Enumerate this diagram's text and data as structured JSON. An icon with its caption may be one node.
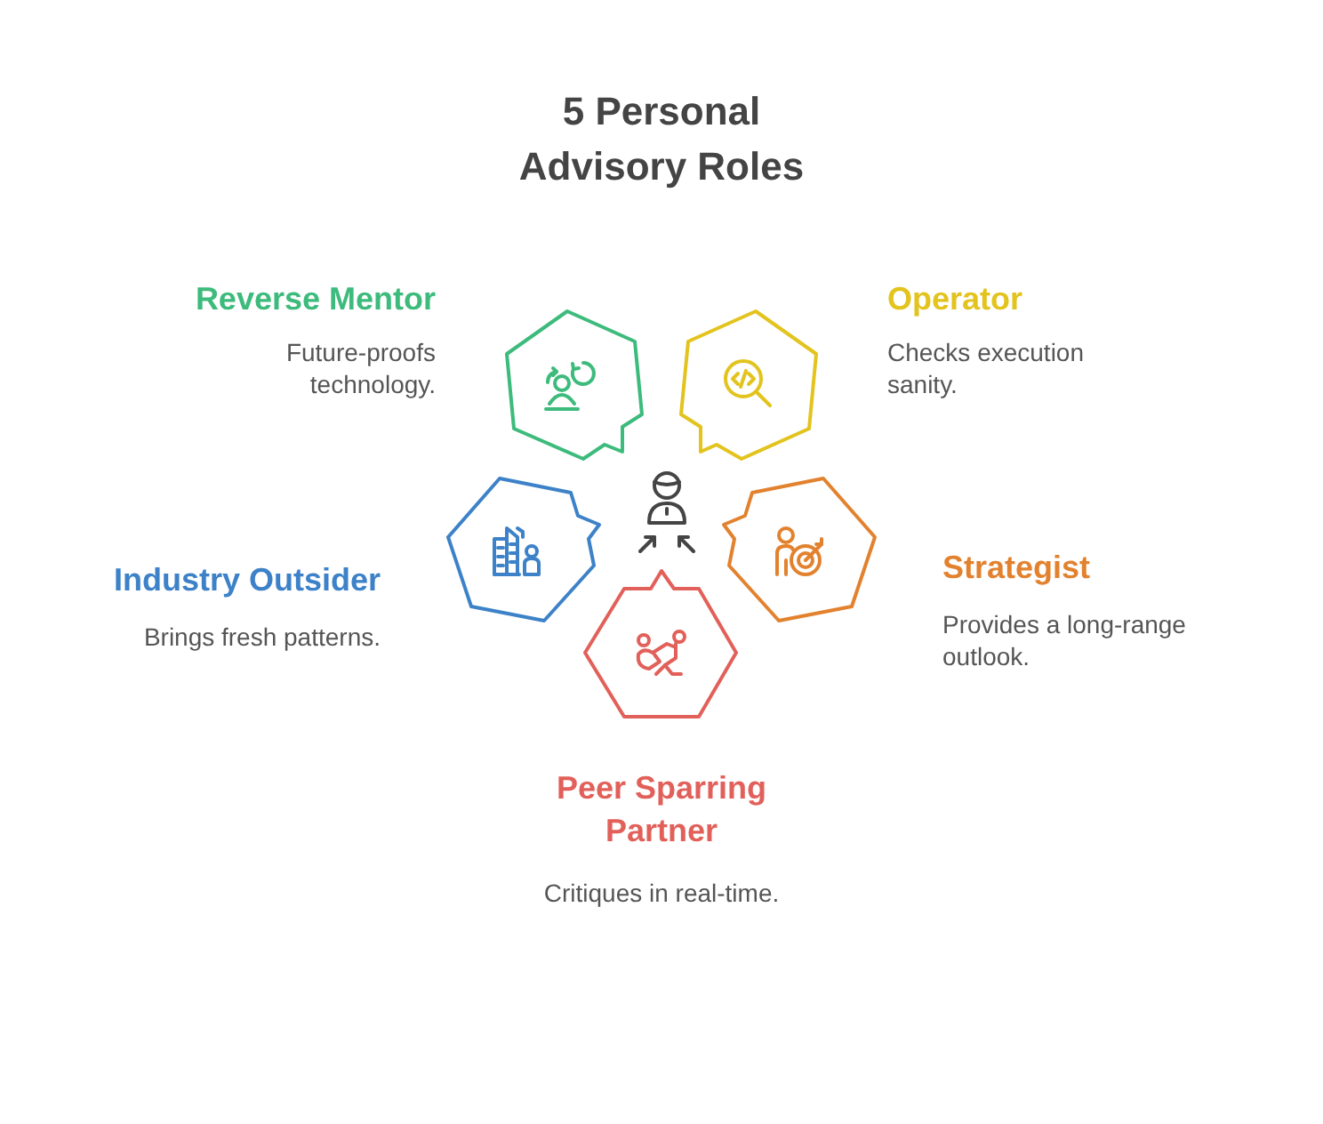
{
  "diagram": {
    "title": "5 Personal Advisory Roles",
    "nodes": [
      {
        "text": [
          "Reverse Mentor",
          "Future-proofs technology."
        ]
      },
      {
        "text": [
          "Operator",
          "Checks execution sanity."
        ]
      },
      {
        "text": [],
        "shape": "person"
      },
      {
        "text": [
          "Industry Outsider",
          "Brings fresh patterns."
        ]
      },
      {
        "text": [
          "Strategist",
          "Provides a long-range outlook."
        ]
      },
      {
        "text": [
          "Peer Sparring Partner",
          "Critiques in real-time."
        ]
      }
    ]
  }
}
